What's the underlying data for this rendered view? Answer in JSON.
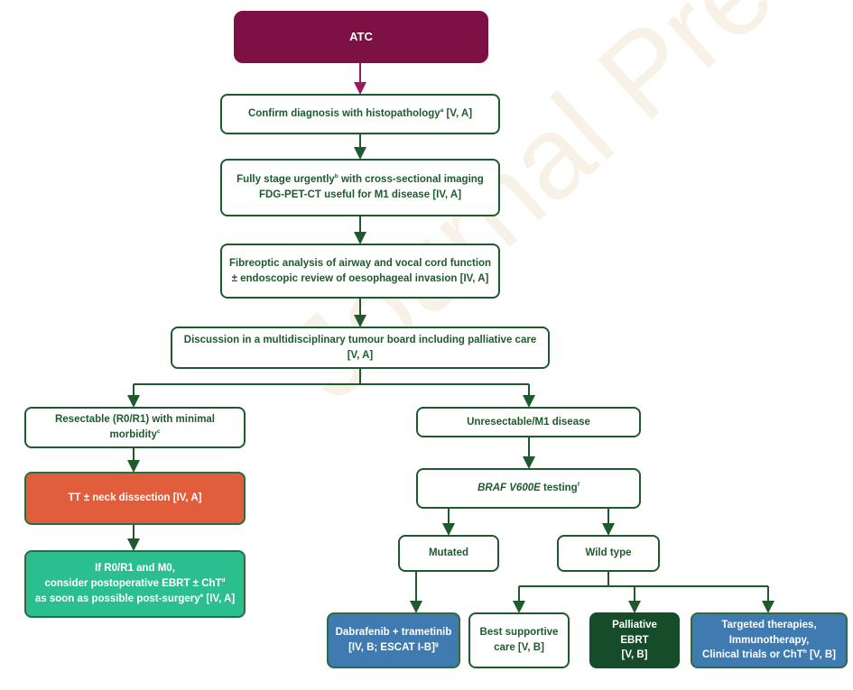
{
  "watermark": "Journal Pre-proof",
  "nodes": {
    "atc": {
      "l1": "ATC"
    },
    "confirm": {
      "l1": "Confirm diagnosis with histopathology",
      "s1": "a",
      "l1b": " [V, A]"
    },
    "stage": {
      "l1": "Fully stage urgently",
      "s1": "b",
      "l1b": " with cross-sectional imaging",
      "l2": "FDG-PET-CT useful for M1 disease [IV, A]"
    },
    "fibre": {
      "l1": "Fibreoptic analysis of airway and vocal cord function",
      "l2": "± endoscopic review of oesophageal invasion [IV, A]"
    },
    "board": {
      "l1": "Discussion in a multidisciplinary tumour board including palliative care [V, A]"
    },
    "resectable": {
      "l1": "Resectable (R0/R1) with minimal morbidity",
      "s1": "c"
    },
    "tt": {
      "l1": "TT ± neck dissection [IV, A]"
    },
    "postop": {
      "l1": "If R0/R1 and M0,",
      "l2": "consider postoperative EBRT ± ChT",
      "s2": "d",
      "l3": "as soon as possible post-surgery",
      "s3": "e",
      "l3b": " [IV, A]"
    },
    "unresectable": {
      "l1": "Unresectable/M1 disease"
    },
    "braf": {
      "l1": "BRAF V600E",
      "l1b": " testing",
      "s1": "f"
    },
    "mutated": {
      "l1": "Mutated"
    },
    "wildtype": {
      "l1": "Wild type"
    },
    "dabrafenib": {
      "l1": "Dabrafenib + trametinib",
      "l2": "[IV, B; ESCAT I-B]",
      "s2": "g"
    },
    "bsc": {
      "l1": "Best supportive",
      "l2": "care [V, B]"
    },
    "palliative": {
      "l1": "Palliative EBRT",
      "l2": "[V, B]"
    },
    "targeted": {
      "l1": "Targeted therapies,",
      "l2": "Immunotherapy,",
      "l3": "Clinical trials or ChT",
      "s3": "h",
      "l3b": " [V, B]"
    }
  },
  "colors": {
    "atc": "#7d1146",
    "green_border": "#1f5a2e",
    "tt": "#e25d3b",
    "teal": "#2bbf8f",
    "blue": "#3f7bb0",
    "dark_green": "#174c2a"
  }
}
